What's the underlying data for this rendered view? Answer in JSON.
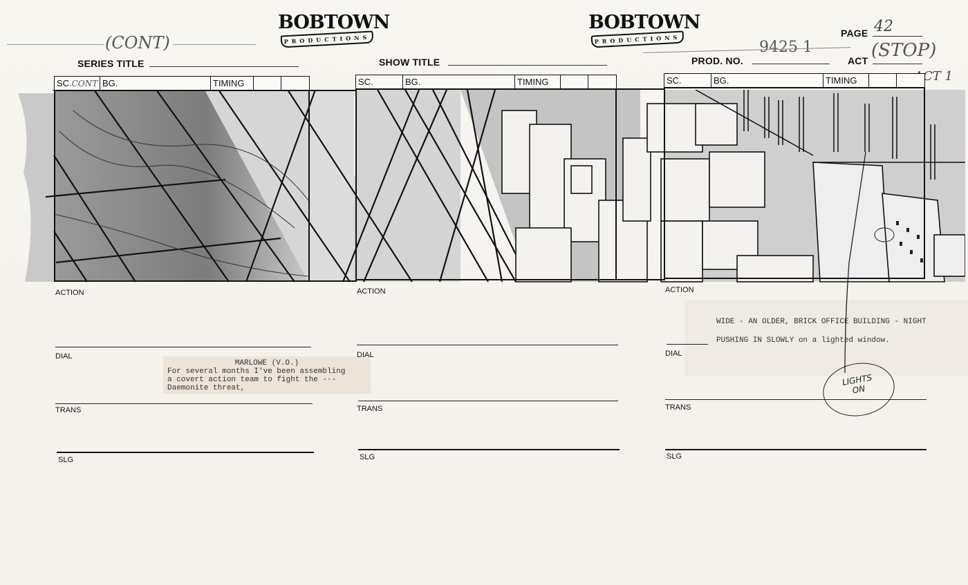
{
  "header": {
    "logo_text": "BOBTOWN",
    "logo_subtext": "PRODUCTIONS",
    "series_title_label": "SERIES TITLE",
    "show_title_label": "SHOW TITLE",
    "prod_no_label": "PROD. NO.",
    "prod_no_value": "9425 1",
    "page_label": "PAGE",
    "page_value": "42",
    "act_label": "ACT",
    "act_value": "(STOP)",
    "cont_note": "(CONT)",
    "act_note": "ACT 1"
  },
  "frames": [
    {
      "sc_label": "SC.",
      "sc_value": "CONT",
      "bg_label": "BG.",
      "timing_label": "TIMING",
      "action_label": "ACTION",
      "dial_label": "DIAL",
      "trans_label": "TRANS",
      "slg_label": "SLG",
      "action_text": "",
      "dial_speaker": "MARLOWE (V.O.)",
      "dial_text": "For several months I've been assembling\na covert action team to fight the -·-\nDaemonite threat,"
    },
    {
      "sc_label": "SC.",
      "sc_value": "",
      "bg_label": "BG.",
      "timing_label": "TIMING",
      "action_label": "ACTION",
      "dial_label": "DIAL",
      "trans_label": "TRANS",
      "slg_label": "SLG",
      "action_text": "",
      "dial_speaker": "",
      "dial_text": ""
    },
    {
      "sc_label": "SC.",
      "sc_value": "",
      "bg_label": "BG.",
      "timing_label": "TIMING",
      "action_label": "ACTION",
      "dial_label": "DIAL",
      "trans_label": "TRANS",
      "slg_label": "SLG",
      "action_line1": "WIDE - AN OLDER, BRICK OFFICE BUILDING - NIGHT",
      "action_line2": "PUSHING IN SLOWLY on a lighted window.",
      "note_line1": "LIGHTS",
      "note_line2": "ON"
    }
  ],
  "colors": {
    "paper": "#f6f3ee",
    "ink": "#111111",
    "pencil": "#7a7a7a",
    "paste": "#e6d7c8"
  }
}
